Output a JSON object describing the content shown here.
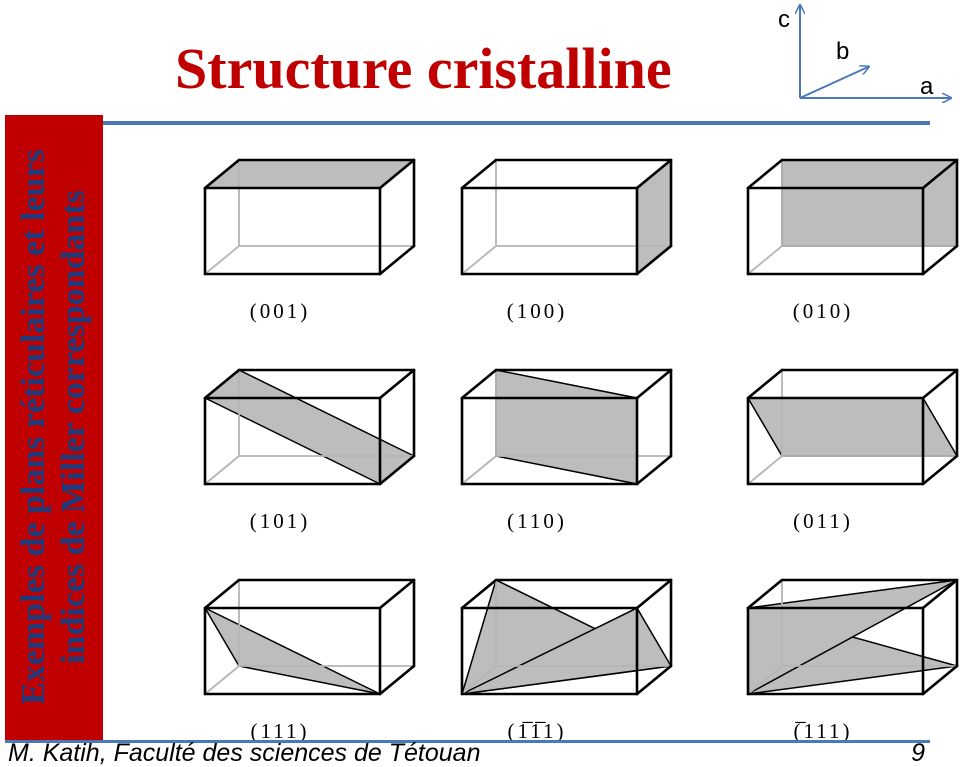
{
  "slide": {
    "title": "Structure cristalline",
    "sidebar_line1": "Exemples de plans réticulaires et leurs",
    "sidebar_line2": "indices de Miller correspondants",
    "footer": "M. Katih, Faculté des sciences de Tétouan",
    "page_number": "9"
  },
  "axes": {
    "c": "c",
    "b": "b",
    "a": "a",
    "arrow_color": "#4a78b8"
  },
  "colors": {
    "accent": "#c00000",
    "rule": "#4a78b8",
    "plane_fill": "#bdbdbd"
  },
  "planes": [
    {
      "label": "(001)",
      "plane": "001"
    },
    {
      "label": "(100)",
      "plane": "100"
    },
    {
      "label": "(010)",
      "plane": "010"
    },
    {
      "label": "(101)",
      "plane": "101"
    },
    {
      "label": "(110)",
      "plane": "110"
    },
    {
      "label": "(011)",
      "plane": "011"
    },
    {
      "label": "(111)",
      "plane": "111"
    },
    {
      "label": "(1̅1̅1)",
      "plane": "-1-11"
    },
    {
      "label": "(̅111)",
      "plane": "-111"
    }
  ]
}
